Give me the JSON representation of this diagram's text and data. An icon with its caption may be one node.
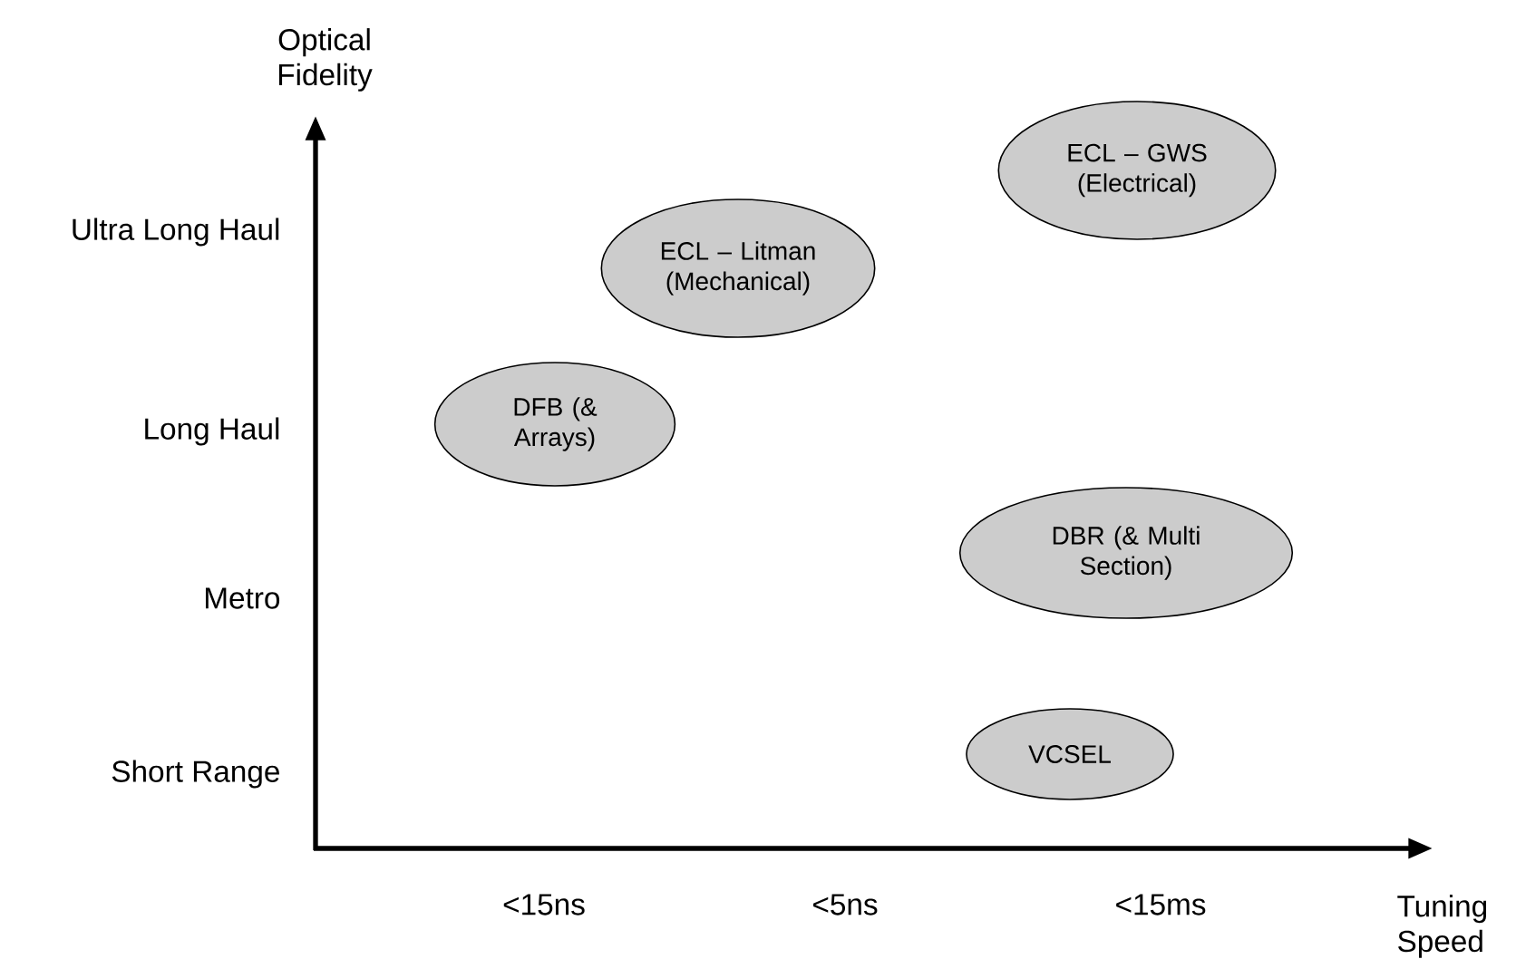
{
  "diagram": {
    "nodes": [
      {
        "text": [
          "ECL – GWS (Electrical)"
        ]
      },
      {
        "text": [
          "ECL – Litman (Mechanical)"
        ]
      },
      {
        "text": [
          "DFB (& Arrays)"
        ]
      },
      {
        "text": [
          "DBR (& Multi Section)"
        ]
      },
      {
        "text": [
          "VCSEL"
        ]
      }
    ],
    "labels": [
      "Optical Fidelity",
      "Ultra Long Haul",
      "Long Haul",
      "Metro",
      "Short Range",
      "<15ns",
      "<5ns",
      "<15ms",
      "Tuning Speed"
    ]
  }
}
